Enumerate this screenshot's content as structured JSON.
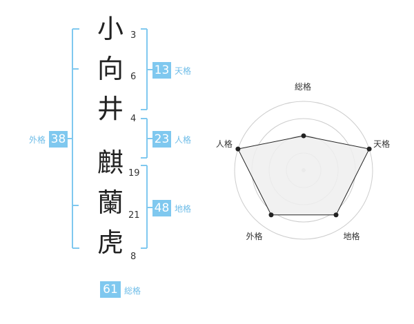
{
  "name": {
    "characters": [
      {
        "char": "小",
        "strokes": "3"
      },
      {
        "char": "向",
        "strokes": "6"
      },
      {
        "char": "井",
        "strokes": "4"
      },
      {
        "char": "麒",
        "strokes": "19"
      },
      {
        "char": "蘭",
        "strokes": "21"
      },
      {
        "char": "虎",
        "strokes": "8"
      }
    ]
  },
  "fortunes": {
    "tenkaku": {
      "value": "13",
      "label": "天格"
    },
    "jinkaku": {
      "value": "23",
      "label": "人格"
    },
    "chikaku": {
      "value": "48",
      "label": "地格"
    },
    "gaikaku": {
      "value": "38",
      "label": "外格"
    },
    "soukaku": {
      "value": "61",
      "label": "総格"
    }
  },
  "radar": {
    "axes": [
      "総格",
      "天格",
      "地格",
      "外格",
      "人格"
    ],
    "values": [
      0.5,
      1.0,
      0.8,
      0.8,
      1.0
    ],
    "rings": 4,
    "colors": {
      "fill": "#efefef",
      "line": "#222222",
      "grid": "#cccccc",
      "bracket": "#7fc8ef"
    }
  }
}
